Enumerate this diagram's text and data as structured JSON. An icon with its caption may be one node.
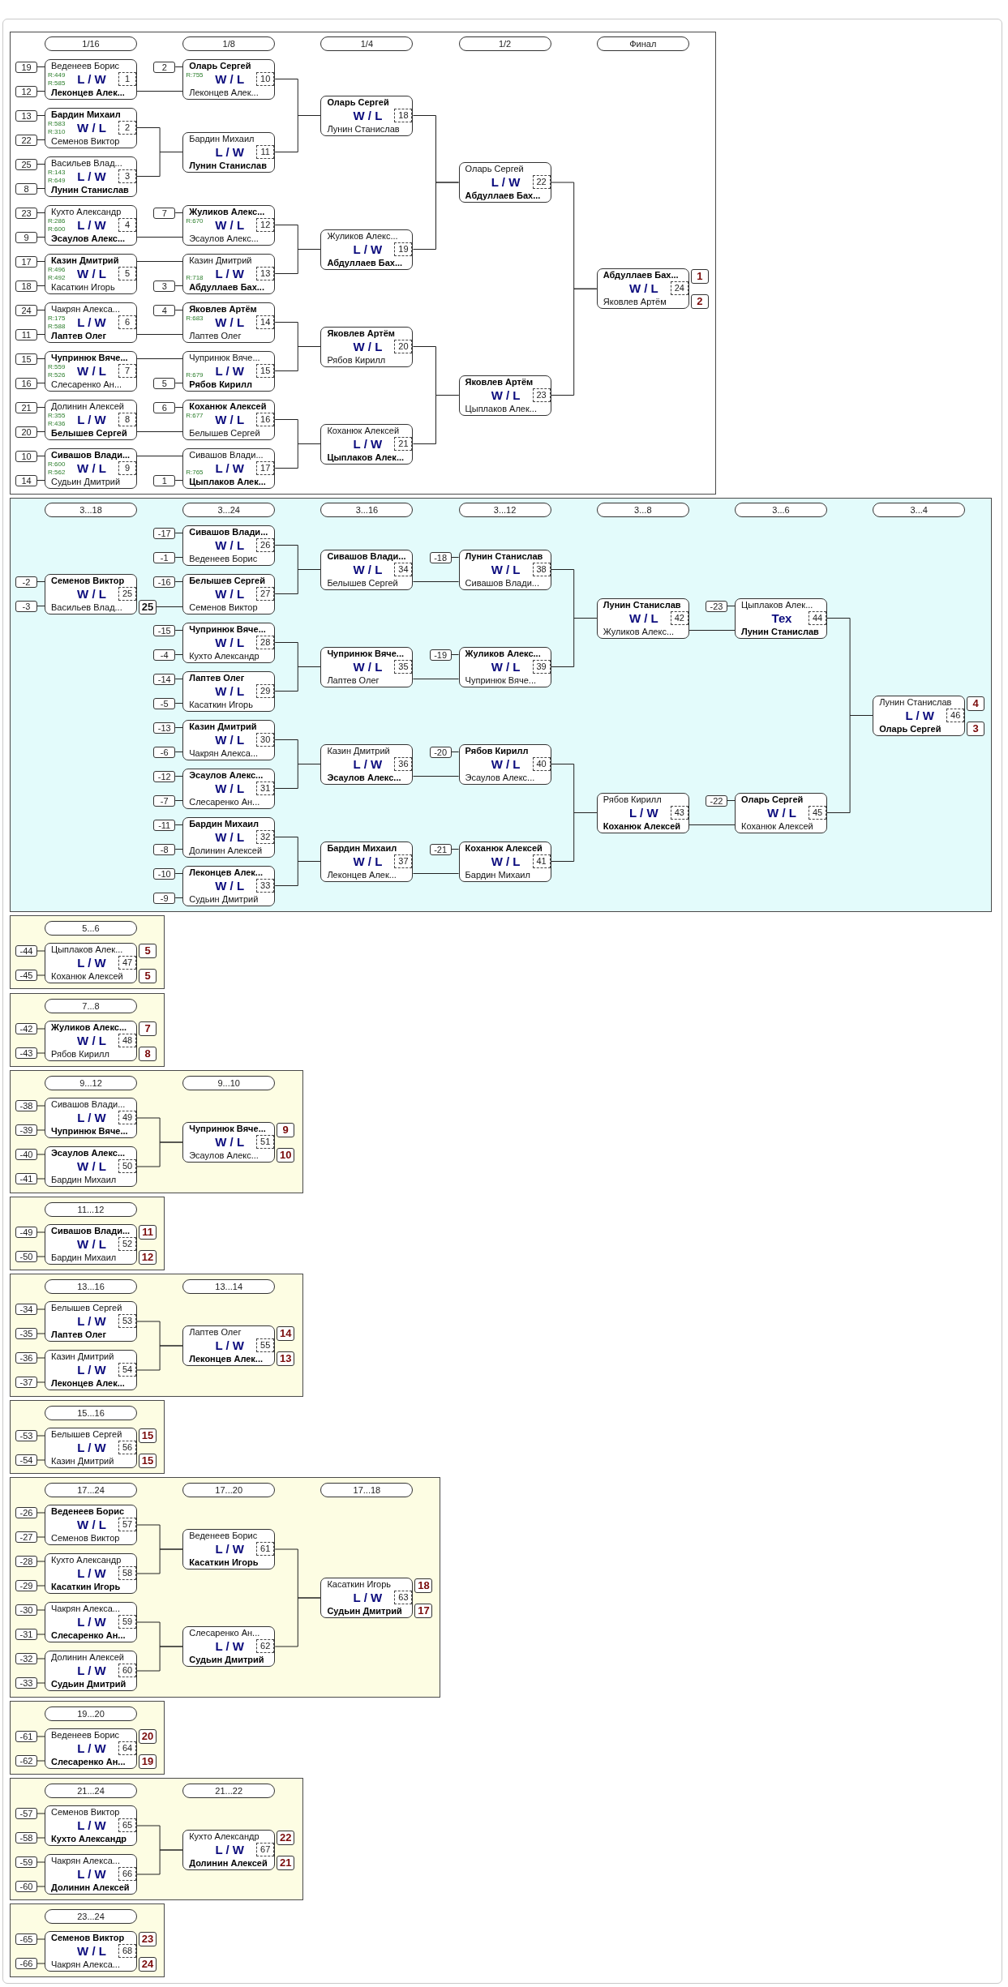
{
  "diagram": {
    "nodes": [
      {
        "text": [
          "1/16"
        ]
      },
      {
        "text": [
          "1/8"
        ]
      },
      {
        "text": [
          "1/4"
        ]
      },
      {
        "text": [
          "1/2"
        ]
      },
      {
        "text": [
          "Финал"
        ]
      },
      {
        "text": [
          "19"
        ]
      },
      {
        "text": [
          "12"
        ]
      },
      {
        "text": [
          "Веденеев Борис",
          "R:449",
          "R:585",
          "L / W",
          "1",
          "Леконцев Алек..."
        ]
      },
      {
        "text": [
          "13"
        ]
      },
      {
        "text": [
          "22"
        ]
      },
      {
        "text": [
          "Бардин Михаил",
          "R:583",
          "R:310",
          "W / L",
          "2",
          "Семенов Виктор"
        ]
      },
      {
        "text": [
          "25"
        ]
      },
      {
        "text": [
          "8"
        ]
      },
      {
        "text": [
          "Васильев Влад...",
          "R:143",
          "R:649",
          "L / W",
          "3",
          "Лунин Станислав"
        ]
      },
      {
        "text": [
          "23"
        ]
      },
      {
        "text": [
          "9"
        ]
      },
      {
        "text": [
          "Кухто Александр",
          "R:286",
          "R:600",
          "L / W",
          "4",
          "Эсаулов Алекс..."
        ]
      },
      {
        "text": [
          "17"
        ]
      },
      {
        "text": [
          "18"
        ]
      },
      {
        "text": [
          "Казин Дмитрий",
          "R:496",
          "R:492",
          "W / L",
          "5",
          "Касаткин Игорь"
        ]
      },
      {
        "text": [
          "24"
        ]
      },
      {
        "text": [
          "11"
        ]
      },
      {
        "text": [
          "Чакрян Алекса...",
          "R:175",
          "R:588",
          "L / W",
          "6",
          "Лаптев Олег"
        ]
      },
      {
        "text": [
          "15"
        ]
      },
      {
        "text": [
          "16"
        ]
      },
      {
        "text": [
          "Чупринюк Вяче...",
          "R:559",
          "R:526",
          "W / L",
          "7",
          "Слесаренко Ан..."
        ]
      },
      {
        "text": [
          "21"
        ]
      },
      {
        "text": [
          "20"
        ]
      },
      {
        "text": [
          "Долинин Алексей",
          "R:355",
          "R:436",
          "L / W",
          "8",
          "Белышев Сергей"
        ]
      },
      {
        "text": [
          "10"
        ]
      },
      {
        "text": [
          "14"
        ]
      },
      {
        "text": [
          "Сивашов Влади...",
          "R:600",
          "R:562",
          "W / L",
          "9",
          "Судьин Дмитрий"
        ]
      },
      {
        "text": [
          "2"
        ]
      },
      {
        "text": [
          "Оларь Сергей",
          "R:755",
          "W / L",
          "10",
          "Леконцев Алек..."
        ]
      },
      {
        "text": [
          "Бардин Михаил",
          "L / W",
          "11",
          "Лунин Станислав"
        ]
      },
      {
        "text": [
          "7"
        ]
      },
      {
        "text": [
          "Жуликов Алекс...",
          "R:670",
          "W / L",
          "12",
          "Эсаулов Алекс..."
        ]
      },
      {
        "text": [
          "3"
        ]
      },
      {
        "text": [
          "Казин Дмитрий",
          "R:718",
          "L / W",
          "13",
          "Абдуллаев Бах..."
        ]
      },
      {
        "text": [
          "4"
        ]
      },
      {
        "text": [
          "Яковлев Артём",
          "R:683",
          "W / L",
          "14",
          "Лаптев Олег"
        ]
      },
      {
        "text": [
          "5"
        ]
      },
      {
        "text": [
          "Чупринюк Вяче...",
          "R:679",
          "L / W",
          "15",
          "Рябов Кирилл"
        ]
      },
      {
        "text": [
          "6"
        ]
      },
      {
        "text": [
          "Коханюк Алексей",
          "R:677",
          "W / L",
          "16",
          "Белышев Сергей"
        ]
      },
      {
        "text": [
          "1"
        ]
      },
      {
        "text": [
          "Сивашов Влади...",
          "R:765",
          "L / W",
          "17",
          "Цыплаков Алек..."
        ]
      },
      {
        "text": [
          "Оларь Сергей",
          "W / L",
          "18",
          "Лунин Станислав"
        ]
      },
      {
        "text": [
          "Жуликов Алекс...",
          "L / W",
          "19",
          "Абдуллаев Бах..."
        ]
      },
      {
        "text": [
          "Яковлев Артём",
          "W / L",
          "20",
          "Рябов Кирилл"
        ]
      },
      {
        "text": [
          "Коханюк Алексей",
          "L / W",
          "21",
          "Цыплаков Алек..."
        ]
      },
      {
        "text": [
          "Оларь Сергей",
          "L / W",
          "22",
          "Абдуллаев Бах..."
        ]
      },
      {
        "text": [
          "Яковлев Артём",
          "W / L",
          "23",
          "Цыплаков Алек..."
        ]
      },
      {
        "text": [
          "Абдуллаев Бах...",
          "W / L",
          "24",
          "Яковлев Артём"
        ]
      },
      {
        "text": [
          "1"
        ]
      },
      {
        "text": [
          "2"
        ]
      },
      {
        "text": [
          "3...18"
        ]
      },
      {
        "text": [
          "3...24"
        ]
      },
      {
        "text": [
          "3...16"
        ]
      },
      {
        "text": [
          "3...12"
        ]
      },
      {
        "text": [
          "3...8"
        ]
      },
      {
        "text": [
          "3...6"
        ]
      },
      {
        "text": [
          "3...4"
        ]
      },
      {
        "text": [
          "-2"
        ]
      },
      {
        "text": [
          "-3"
        ]
      },
      {
        "text": [
          "Семенов Виктор",
          "W / L",
          "25",
          "Васильев Влад..."
        ]
      },
      {
        "text": [
          "25"
        ]
      },
      {
        "text": [
          "-17"
        ]
      },
      {
        "text": [
          "-1"
        ]
      },
      {
        "text": [
          "Сивашов Влади...",
          "W / L",
          "26",
          "Веденеев Борис"
        ]
      },
      {
        "text": [
          "-16"
        ]
      },
      {
        "text": [
          "Белышев Сергей",
          "W / L",
          "27",
          "Семенов Виктор"
        ]
      },
      {
        "text": [
          "-15"
        ]
      },
      {
        "text": [
          "-4"
        ]
      },
      {
        "text": [
          "Чупринюк Вяче...",
          "W / L",
          "28",
          "Кухто Александр"
        ]
      },
      {
        "text": [
          "-14"
        ]
      },
      {
        "text": [
          "-5"
        ]
      },
      {
        "text": [
          "Лаптев Олег",
          "W / L",
          "29",
          "Касаткин Игорь"
        ]
      },
      {
        "text": [
          "-13"
        ]
      },
      {
        "text": [
          "-6"
        ]
      },
      {
        "text": [
          "Казин Дмитрий",
          "W / L",
          "30",
          "Чакрян Алекса..."
        ]
      },
      {
        "text": [
          "-12"
        ]
      },
      {
        "text": [
          "-7"
        ]
      },
      {
        "text": [
          "Эсаулов Алекс...",
          "W / L",
          "31",
          "Слесаренко Ан..."
        ]
      },
      {
        "text": [
          "-11"
        ]
      },
      {
        "text": [
          "-8"
        ]
      },
      {
        "text": [
          "Бардин Михаил",
          "W / L",
          "32",
          "Долинин Алексей"
        ]
      },
      {
        "text": [
          "-10"
        ]
      },
      {
        "text": [
          "-9"
        ]
      },
      {
        "text": [
          "Леконцев Алек...",
          "W / L",
          "33",
          "Судьин Дмитрий"
        ]
      },
      {
        "text": [
          "Сивашов Влади...",
          "W / L",
          "34",
          "Белышев Сергей"
        ]
      },
      {
        "text": [
          "Чупринюк Вяче...",
          "W / L",
          "35",
          "Лаптев Олег"
        ]
      },
      {
        "text": [
          "Казин Дмитрий",
          "L / W",
          "36",
          "Эсаулов Алекс..."
        ]
      },
      {
        "text": [
          "Бардин Михаил",
          "W / L",
          "37",
          "Леконцев Алек..."
        ]
      },
      {
        "text": [
          "-18"
        ]
      },
      {
        "text": [
          "Лунин Станислав",
          "W / L",
          "38",
          "Сивашов Влади..."
        ]
      },
      {
        "text": [
          "-19"
        ]
      },
      {
        "text": [
          "Жуликов Алекс...",
          "W / L",
          "39",
          "Чупринюк Вяче..."
        ]
      },
      {
        "text": [
          "-20"
        ]
      },
      {
        "text": [
          "Рябов Кирилл",
          "W / L",
          "40",
          "Эсаулов Алекс..."
        ]
      },
      {
        "text": [
          "-21"
        ]
      },
      {
        "text": [
          "Коханюк Алексей",
          "W / L",
          "41",
          "Бардин Михаил"
        ]
      },
      {
        "text": [
          "Лунин Станислав",
          "W / L",
          "42",
          "Жуликов Алекс..."
        ]
      },
      {
        "text": [
          "Рябов Кирилл",
          "L / W",
          "43",
          "Коханюк Алексей"
        ]
      },
      {
        "text": [
          "-23"
        ]
      },
      {
        "text": [
          "Цыплаков Алек...",
          "Тех",
          "44",
          "Лунин Станислав"
        ]
      },
      {
        "text": [
          "-22"
        ]
      },
      {
        "text": [
          "Оларь Сергей",
          "W / L",
          "45",
          "Коханюк Алексей"
        ]
      },
      {
        "text": [
          "Лунин Станислав",
          "L / W",
          "46",
          "Оларь Сергей"
        ]
      },
      {
        "text": [
          "4"
        ]
      },
      {
        "text": [
          "3"
        ]
      },
      {
        "text": [
          "5...6"
        ]
      },
      {
        "text": [
          "-44"
        ]
      },
      {
        "text": [
          "-45"
        ]
      },
      {
        "text": [
          "Цыплаков Алек...",
          "L / W",
          "47",
          "Коханюк Алексей"
        ]
      },
      {
        "text": [
          "5"
        ]
      },
      {
        "text": [
          "5"
        ]
      },
      {
        "text": [
          "7...8"
        ]
      },
      {
        "text": [
          "-42"
        ]
      },
      {
        "text": [
          "-43"
        ]
      },
      {
        "text": [
          "Жуликов Алекс...",
          "W / L",
          "48",
          "Рябов Кирилл"
        ]
      },
      {
        "text": [
          "7"
        ]
      },
      {
        "text": [
          "8"
        ]
      },
      {
        "text": [
          "9...12"
        ]
      },
      {
        "text": [
          "9...10"
        ]
      },
      {
        "text": [
          "-38"
        ]
      },
      {
        "text": [
          "-39"
        ]
      },
      {
        "text": [
          "Сивашов Влади...",
          "L / W",
          "49",
          "Чупринюк Вяче..."
        ]
      },
      {
        "text": [
          "-40"
        ]
      },
      {
        "text": [
          "-41"
        ]
      },
      {
        "text": [
          "Эсаулов Алекс...",
          "W / L",
          "50",
          "Бардин Михаил"
        ]
      },
      {
        "text": [
          "Чупринюк Вяче...",
          "W / L",
          "51",
          "Эсаулов Алекс..."
        ]
      },
      {
        "text": [
          "9"
        ]
      },
      {
        "text": [
          "10"
        ]
      },
      {
        "text": [
          "11...12"
        ]
      },
      {
        "text": [
          "-49"
        ]
      },
      {
        "text": [
          "-50"
        ]
      },
      {
        "text": [
          "Сивашов Влади...",
          "W / L",
          "52",
          "Бардин Михаил"
        ]
      },
      {
        "text": [
          "11"
        ]
      },
      {
        "text": [
          "12"
        ]
      },
      {
        "text": [
          "13...16"
        ]
      },
      {
        "text": [
          "13...14"
        ]
      },
      {
        "text": [
          "-34"
        ]
      },
      {
        "text": [
          "-35"
        ]
      },
      {
        "text": [
          "Белышев Сергей",
          "L / W",
          "53",
          "Лаптев Олег"
        ]
      },
      {
        "text": [
          "-36"
        ]
      },
      {
        "text": [
          "-37"
        ]
      },
      {
        "text": [
          "Казин Дмитрий",
          "L / W",
          "54",
          "Леконцев Алек..."
        ]
      },
      {
        "text": [
          "Лаптев Олег",
          "L / W",
          "55",
          "Леконцев Алек..."
        ]
      },
      {
        "text": [
          "14"
        ]
      },
      {
        "text": [
          "13"
        ]
      },
      {
        "text": [
          "15...16"
        ]
      },
      {
        "text": [
          "-53"
        ]
      },
      {
        "text": [
          "-54"
        ]
      },
      {
        "text": [
          "Белышев Сергей",
          "L / W",
          "56",
          "Казин Дмитрий"
        ]
      },
      {
        "text": [
          "15"
        ]
      },
      {
        "text": [
          "15"
        ]
      },
      {
        "text": [
          "17...24"
        ]
      },
      {
        "text": [
          "17...20"
        ]
      },
      {
        "text": [
          "17...18"
        ]
      },
      {
        "text": [
          "-26"
        ]
      },
      {
        "text": [
          "-27"
        ]
      },
      {
        "text": [
          "Веденеев Борис",
          "W / L",
          "57",
          "Семенов Виктор"
        ]
      },
      {
        "text": [
          "-28"
        ]
      },
      {
        "text": [
          "-29"
        ]
      },
      {
        "text": [
          "Кухто Александр",
          "L / W",
          "58",
          "Касаткин Игорь"
        ]
      },
      {
        "text": [
          "-30"
        ]
      },
      {
        "text": [
          "-31"
        ]
      },
      {
        "text": [
          "Чакрян Алекса...",
          "L / W",
          "59",
          "Слесаренко Ан..."
        ]
      },
      {
        "text": [
          "-32"
        ]
      },
      {
        "text": [
          "-33"
        ]
      },
      {
        "text": [
          "Долинин Алексей",
          "L / W",
          "60",
          "Судьин Дмитрий"
        ]
      },
      {
        "text": [
          "Веденеев Борис",
          "L / W",
          "61",
          "Касаткин Игорь"
        ]
      },
      {
        "text": [
          "Слесаренко Ан...",
          "L / W",
          "62",
          "Судьин Дмитрий"
        ]
      },
      {
        "text": [
          "Касаткин Игорь",
          "L / W",
          "63",
          "Судьин Дмитрий"
        ]
      },
      {
        "text": [
          "18"
        ]
      },
      {
        "text": [
          "17"
        ]
      },
      {
        "text": [
          "19...20"
        ]
      },
      {
        "text": [
          "-61"
        ]
      },
      {
        "text": [
          "-62"
        ]
      },
      {
        "text": [
          "Веденеев Борис",
          "L / W",
          "64",
          "Слесаренко Ан..."
        ]
      },
      {
        "text": [
          "20"
        ]
      },
      {
        "text": [
          "19"
        ]
      },
      {
        "text": [
          "21...24"
        ]
      },
      {
        "text": [
          "21...22"
        ]
      },
      {
        "text": [
          "-57"
        ]
      },
      {
        "text": [
          "-58"
        ]
      },
      {
        "text": [
          "Семенов Виктор",
          "L / W",
          "65",
          "Кухто Александр"
        ]
      },
      {
        "text": [
          "-59"
        ]
      },
      {
        "text": [
          "-60"
        ]
      },
      {
        "text": [
          "Чакрян Алекса...",
          "L / W",
          "66",
          "Долинин Алексей"
        ]
      },
      {
        "text": [
          "Кухто Александр",
          "L / W",
          "67",
          "Долинин Алексей"
        ]
      },
      {
        "text": [
          "22"
        ]
      },
      {
        "text": [
          "21"
        ]
      },
      {
        "text": [
          "23...24"
        ]
      },
      {
        "text": [
          "-65"
        ]
      },
      {
        "text": [
          "-66"
        ]
      },
      {
        "text": [
          "Семенов Виктор",
          "W / L",
          "68",
          "Чакрян Алекса..."
        ]
      },
      {
        "text": [
          "23"
        ]
      },
      {
        "text": [
          "24"
        ]
      }
    ],
    "edges": [
      {
        "from": 5,
        "to": 7,
        "arrow": "none"
      },
      {
        "from": 6,
        "to": 7,
        "arrow": "none"
      },
      {
        "from": 8,
        "to": 10,
        "arrow": "none"
      },
      {
        "from": 9,
        "to": 10,
        "arrow": "none"
      },
      {
        "from": 11,
        "to": 13,
        "arrow": "none"
      },
      {
        "from": 12,
        "to": 13,
        "arrow": "none"
      },
      {
        "from": 14,
        "to": 16,
        "arrow": "none"
      },
      {
        "from": 15,
        "to": 16,
        "arrow": "none"
      },
      {
        "from": 17,
        "to": 19,
        "arrow": "none"
      },
      {
        "from": 18,
        "to": 19,
        "arrow": "none"
      },
      {
        "from": 20,
        "to": 22,
        "arrow": "none"
      },
      {
        "from": 21,
        "to": 22,
        "arrow": "none"
      },
      {
        "from": 23,
        "to": 25,
        "arrow": "none"
      },
      {
        "from": 24,
        "to": 25,
        "arrow": "none"
      },
      {
        "from": 26,
        "to": 28,
        "arrow": "none"
      },
      {
        "from": 27,
        "to": 28,
        "arrow": "none"
      },
      {
        "from": 29,
        "to": 31,
        "arrow": "none"
      },
      {
        "from": 30,
        "to": 31,
        "arrow": "none"
      },
      {
        "from": 32,
        "to": 33,
        "arrow": "none"
      },
      {
        "from": 7,
        "to": 33,
        "arrow": "none"
      },
      {
        "from": 10,
        "to": 34,
        "arrow": "none"
      },
      {
        "from": 13,
        "to": 34,
        "arrow": "none"
      },
      {
        "from": 35,
        "to": 36,
        "arrow": "none"
      },
      {
        "from": 16,
        "to": 36,
        "arrow": "none"
      },
      {
        "from": 19,
        "to": 38,
        "arrow": "none"
      },
      {
        "from": 37,
        "to": 38,
        "arrow": "none"
      },
      {
        "from": 39,
        "to": 40,
        "arrow": "none"
      },
      {
        "from": 22,
        "to": 40,
        "arrow": "none"
      },
      {
        "from": 25,
        "to": 42,
        "arrow": "none"
      },
      {
        "from": 41,
        "to": 42,
        "arrow": "none"
      },
      {
        "from": 43,
        "to": 44,
        "arrow": "none"
      },
      {
        "from": 28,
        "to": 44,
        "arrow": "none"
      },
      {
        "from": 31,
        "to": 46,
        "arrow": "none"
      },
      {
        "from": 45,
        "to": 46,
        "arrow": "none"
      },
      {
        "from": 33,
        "to": 47,
        "arrow": "none"
      },
      {
        "from": 34,
        "to": 47,
        "arrow": "none"
      },
      {
        "from": 36,
        "to": 48,
        "arrow": "none"
      },
      {
        "from": 38,
        "to": 48,
        "arrow": "none"
      },
      {
        "from": 40,
        "to": 49,
        "arrow": "none"
      },
      {
        "from": 42,
        "to": 49,
        "arrow": "none"
      },
      {
        "from": 44,
        "to": 50,
        "arrow": "none"
      },
      {
        "from": 46,
        "to": 50,
        "arrow": "none"
      },
      {
        "from": 47,
        "to": 51,
        "arrow": "none"
      },
      {
        "from": 48,
        "to": 51,
        "arrow": "none"
      },
      {
        "from": 49,
        "to": 52,
        "arrow": "none"
      },
      {
        "from": 50,
        "to": 52,
        "arrow": "none"
      },
      {
        "from": 51,
        "to": 53,
        "arrow": "none"
      },
      {
        "from": 52,
        "to": 53,
        "arrow": "none"
      },
      {
        "from": 63,
        "to": 65,
        "arrow": "none"
      },
      {
        "from": 64,
        "to": 65,
        "arrow": "none"
      },
      {
        "from": 67,
        "to": 69,
        "arrow": "none"
      },
      {
        "from": 68,
        "to": 69,
        "arrow": "none"
      },
      {
        "from": 70,
        "to": 71,
        "arrow": "none"
      },
      {
        "from": 66,
        "to": 71,
        "arrow": "none"
      },
      {
        "from": 72,
        "to": 74,
        "arrow": "none"
      },
      {
        "from": 73,
        "to": 74,
        "arrow": "none"
      },
      {
        "from": 75,
        "to": 77,
        "arrow": "none"
      },
      {
        "from": 76,
        "to": 77,
        "arrow": "none"
      },
      {
        "from": 78,
        "to": 80,
        "arrow": "none"
      },
      {
        "from": 79,
        "to": 80,
        "arrow": "none"
      },
      {
        "from": 81,
        "to": 83,
        "arrow": "none"
      },
      {
        "from": 82,
        "to": 83,
        "arrow": "none"
      },
      {
        "from": 84,
        "to": 86,
        "arrow": "none"
      },
      {
        "from": 85,
        "to": 86,
        "arrow": "none"
      },
      {
        "from": 87,
        "to": 89,
        "arrow": "none"
      },
      {
        "from": 88,
        "to": 89,
        "arrow": "none"
      },
      {
        "from": 69,
        "to": 90,
        "arrow": "none"
      },
      {
        "from": 71,
        "to": 90,
        "arrow": "none"
      },
      {
        "from": 74,
        "to": 91,
        "arrow": "none"
      },
      {
        "from": 77,
        "to": 91,
        "arrow": "none"
      },
      {
        "from": 80,
        "to": 92,
        "arrow": "none"
      },
      {
        "from": 83,
        "to": 92,
        "arrow": "none"
      },
      {
        "from": 86,
        "to": 93,
        "arrow": "none"
      },
      {
        "from": 89,
        "to": 93,
        "arrow": "none"
      },
      {
        "from": 94,
        "to": 95,
        "arrow": "none"
      },
      {
        "from": 90,
        "to": 95,
        "arrow": "none"
      },
      {
        "from": 96,
        "to": 97,
        "arrow": "none"
      },
      {
        "from": 91,
        "to": 97,
        "arrow": "none"
      },
      {
        "from": 98,
        "to": 99,
        "arrow": "none"
      },
      {
        "from": 92,
        "to": 99,
        "arrow": "none"
      },
      {
        "from": 100,
        "to": 101,
        "arrow": "none"
      },
      {
        "from": 93,
        "to": 101,
        "arrow": "none"
      },
      {
        "from": 95,
        "to": 102,
        "arrow": "none"
      },
      {
        "from": 97,
        "to": 102,
        "arrow": "none"
      },
      {
        "from": 99,
        "to": 103,
        "arrow": "none"
      },
      {
        "from": 101,
        "to": 103,
        "arrow": "none"
      },
      {
        "from": 104,
        "to": 105,
        "arrow": "none"
      },
      {
        "from": 102,
        "to": 105,
        "arrow": "none"
      },
      {
        "from": 106,
        "to": 107,
        "arrow": "none"
      },
      {
        "from": 103,
        "to": 107,
        "arrow": "none"
      },
      {
        "from": 105,
        "to": 108,
        "arrow": "none"
      },
      {
        "from": 107,
        "to": 108,
        "arrow": "none"
      },
      {
        "from": 112,
        "to": 114,
        "arrow": "none"
      },
      {
        "from": 113,
        "to": 114,
        "arrow": "none"
      },
      {
        "from": 118,
        "to": 120,
        "arrow": "none"
      },
      {
        "from": 119,
        "to": 120,
        "arrow": "none"
      },
      {
        "from": 125,
        "to": 127,
        "arrow": "none"
      },
      {
        "from": 126,
        "to": 127,
        "arrow": "none"
      },
      {
        "from": 128,
        "to": 130,
        "arrow": "none"
      },
      {
        "from": 129,
        "to": 130,
        "arrow": "none"
      },
      {
        "from": 127,
        "to": 131,
        "arrow": "none"
      },
      {
        "from": 130,
        "to": 131,
        "arrow": "none"
      },
      {
        "from": 135,
        "to": 137,
        "arrow": "none"
      },
      {
        "from": 136,
        "to": 137,
        "arrow": "none"
      },
      {
        "from": 142,
        "to": 144,
        "arrow": "none"
      },
      {
        "from": 143,
        "to": 144,
        "arrow": "none"
      },
      {
        "from": 145,
        "to": 147,
        "arrow": "none"
      },
      {
        "from": 146,
        "to": 147,
        "arrow": "none"
      },
      {
        "from": 144,
        "to": 148,
        "arrow": "none"
      },
      {
        "from": 147,
        "to": 148,
        "arrow": "none"
      },
      {
        "from": 152,
        "to": 154,
        "arrow": "none"
      },
      {
        "from": 153,
        "to": 154,
        "arrow": "none"
      },
      {
        "from": 160,
        "to": 162,
        "arrow": "none"
      },
      {
        "from": 161,
        "to": 162,
        "arrow": "none"
      },
      {
        "from": 163,
        "to": 165,
        "arrow": "none"
      },
      {
        "from": 164,
        "to": 165,
        "arrow": "none"
      },
      {
        "from": 166,
        "to": 168,
        "arrow": "none"
      },
      {
        "from": 167,
        "to": 168,
        "arrow": "none"
      },
      {
        "from": 169,
        "to": 171,
        "arrow": "none"
      },
      {
        "from": 170,
        "to": 171,
        "arrow": "none"
      },
      {
        "from": 162,
        "to": 172,
        "arrow": "none"
      },
      {
        "from": 165,
        "to": 172,
        "arrow": "none"
      },
      {
        "from": 168,
        "to": 173,
        "arrow": "none"
      },
      {
        "from": 171,
        "to": 173,
        "arrow": "none"
      },
      {
        "from": 172,
        "to": 174,
        "arrow": "none"
      },
      {
        "from": 173,
        "to": 174,
        "arrow": "none"
      },
      {
        "from": 178,
        "to": 180,
        "arrow": "none"
      },
      {
        "from": 179,
        "to": 180,
        "arrow": "none"
      },
      {
        "from": 185,
        "to": 187,
        "arrow": "none"
      },
      {
        "from": 186,
        "to": 187,
        "arrow": "none"
      },
      {
        "from": 188,
        "to": 190,
        "arrow": "none"
      },
      {
        "from": 189,
        "to": 190,
        "arrow": "none"
      },
      {
        "from": 187,
        "to": 191,
        "arrow": "none"
      },
      {
        "from": 190,
        "to": 191,
        "arrow": "none"
      },
      {
        "from": 195,
        "to": 197,
        "arrow": "none"
      },
      {
        "from": 196,
        "to": 197,
        "arrow": "none"
      }
    ]
  }
}
